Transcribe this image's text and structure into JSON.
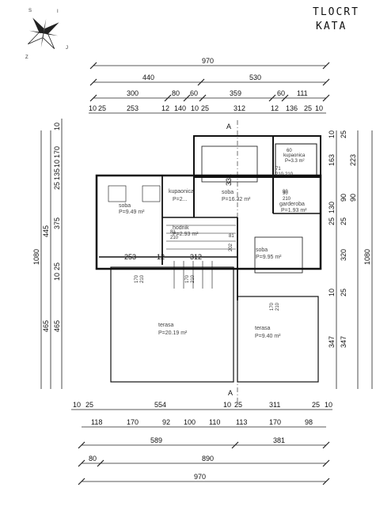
{
  "title": {
    "line1": "TLOCRT",
    "line2": "KATA"
  },
  "compass": {
    "letters": [
      "S",
      "J",
      "Z",
      "I"
    ],
    "icon": "compass-rose-icon"
  },
  "section_marker": "A",
  "top_dims": {
    "row1": [
      "970"
    ],
    "row2": [
      "440",
      "530"
    ],
    "row3": [
      "300",
      "80",
      "60",
      "359",
      "60",
      "111"
    ],
    "row4": [
      "10",
      "25",
      "253",
      "12",
      "140",
      "10",
      "25",
      "312",
      "12",
      "136",
      "25",
      "10"
    ]
  },
  "bottom_dims": {
    "row1": [
      "10",
      "25",
      "554",
      "10",
      "25",
      "311",
      "25",
      "10"
    ],
    "row2": [
      "118",
      "170",
      "92",
      "100",
      "110",
      "113",
      "170",
      "98"
    ],
    "row3": [
      "589",
      "381"
    ],
    "row4": [
      "80",
      "890"
    ],
    "row5": [
      "970"
    ]
  },
  "left_dims": {
    "outer": [
      "1080"
    ],
    "mid": [
      "445",
      "465"
    ],
    "inner": [
      "10",
      "170",
      "10",
      "135",
      "25",
      "375",
      "25",
      "10",
      "465"
    ]
  },
  "right_dims": {
    "outer": [
      "1080"
    ],
    "mid": [
      "223",
      "163",
      "90",
      "130",
      "25",
      "320",
      "25",
      "10",
      "347"
    ],
    "inner": [
      "10",
      "25",
      "90",
      "25",
      "347"
    ]
  },
  "rooms": [
    {
      "name": "soba",
      "area": "P=9.49 m²"
    },
    {
      "name": "kupaonica",
      "area": "P=2..."
    },
    {
      "name": "soba",
      "area": "P=16.32 m²"
    },
    {
      "name": "garderoba",
      "area": "P=1.93 m²"
    },
    {
      "name": "kupaonica",
      "area": "P=3.3 m²"
    },
    {
      "name": "hodnik",
      "area": "P=2.93 m²"
    },
    {
      "name": "soba",
      "area": "P=9.95 m²"
    },
    {
      "name": "terasa",
      "area": "P=20.19 m²"
    },
    {
      "name": "terasa",
      "area": "P=9.40 m²"
    }
  ],
  "inner_labels": [
    "331",
    "253",
    "12",
    "312",
    "81",
    "210",
    "90",
    "210",
    "202",
    "81",
    "170",
    "210",
    "170",
    "210",
    "170",
    "210",
    "60",
    "210",
    "71",
    "210",
    "90"
  ]
}
